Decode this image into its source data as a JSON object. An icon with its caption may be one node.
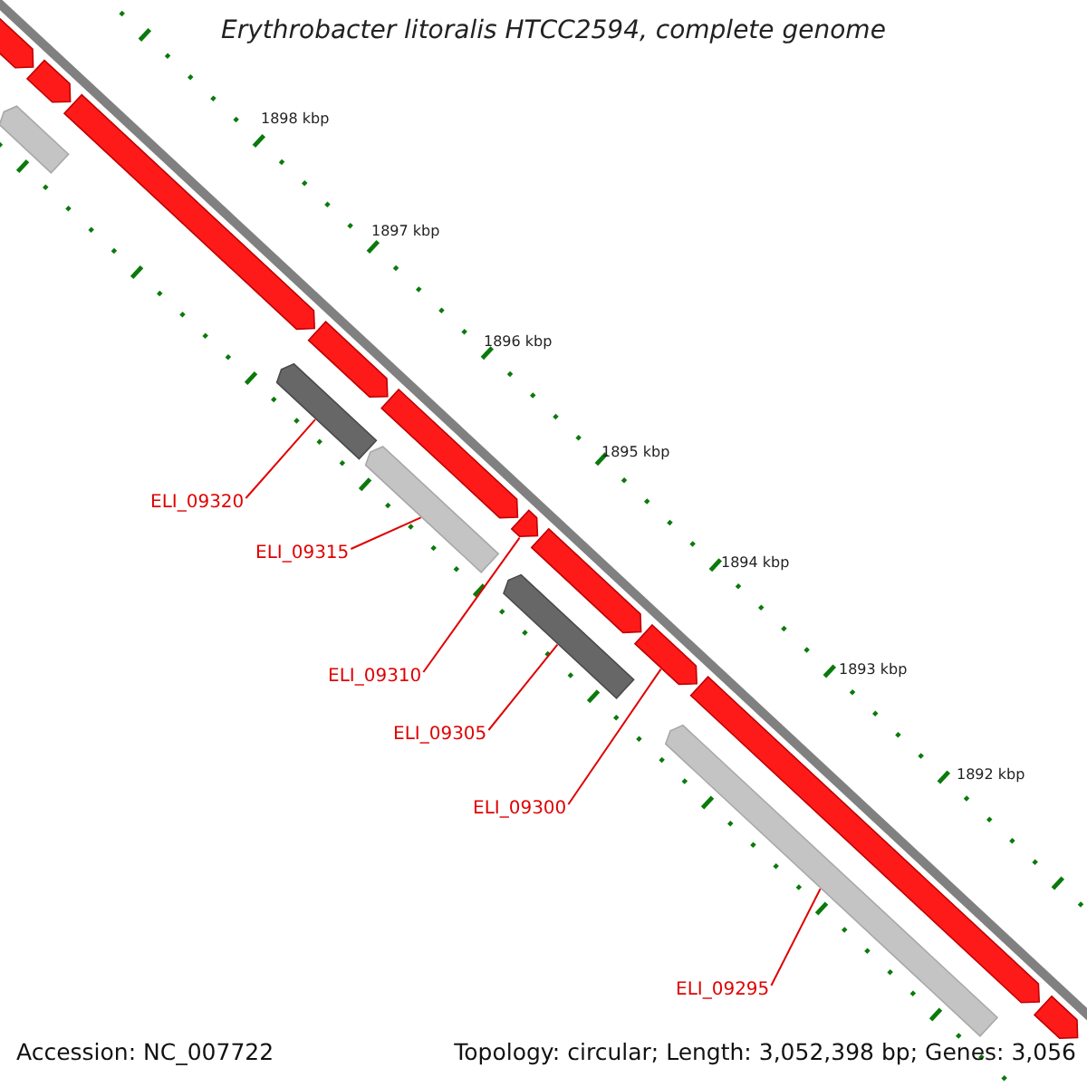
{
  "diagram": {
    "title": "Erythrobacter litoralis HTCC2594, complete genome",
    "nodes": [
      {
        "text": [
          "ELI_09320"
        ]
      },
      {
        "text": [
          "ELI_09315"
        ]
      },
      {
        "text": [
          "ELI_09310"
        ]
      },
      {
        "text": [
          "ELI_09305"
        ]
      },
      {
        "text": [
          "ELI_09300"
        ]
      },
      {
        "text": [
          "ELI_09295"
        ]
      },
      {
        "text": [],
        "shape": "bar"
      },
      {
        "text": [],
        "shape": "bar"
      },
      {
        "text": [],
        "shape": "bar"
      },
      {
        "text": [],
        "shape": "bar"
      },
      {
        "text": [],
        "shape": "bar"
      },
      {
        "text": [],
        "shape": "bar"
      },
      {
        "text": [],
        "shape": "bar"
      },
      {
        "text": [],
        "shape": "bar"
      },
      {
        "text": [],
        "shape": "bar"
      },
      {
        "text": [],
        "shape": "bar"
      },
      {
        "text": [],
        "shape": "bar"
      },
      {
        "text": [],
        "shape": "bar"
      },
      {
        "text": [],
        "shape": "bar"
      },
      {
        "text": [],
        "shape": "bar"
      },
      {
        "text": [],
        "shape": "bar"
      }
    ],
    "edges": [
      {
        "from": 0,
        "to": 10,
        "arrow": "none"
      },
      {
        "from": 1,
        "to": 13,
        "arrow": "none"
      },
      {
        "from": 2,
        "to": 14,
        "arrow": "none"
      },
      {
        "from": 3,
        "to": 16,
        "arrow": "none"
      },
      {
        "from": 4,
        "to": 17,
        "arrow": "none"
      },
      {
        "from": 5,
        "to": 19,
        "arrow": "none"
      }
    ],
    "labels": [
      "1898 kbp",
      "1897 kbp",
      "1896 kbp",
      "1895 kbp",
      "1894 kbp",
      "1893 kbp",
      "1892 kbp",
      "Accession: NC_007722",
      "Topology: circular; Length: 3,052,398 bp; Genes: 3,056"
    ]
  }
}
